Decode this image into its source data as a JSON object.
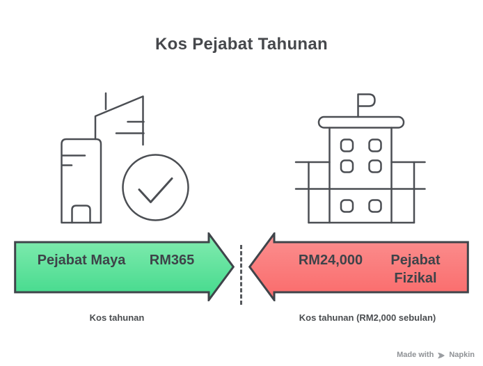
{
  "title": "Kos Pejabat Tahunan",
  "left": {
    "label": "Pejabat Maya",
    "value": "RM365",
    "caption": "Kos tahunan"
  },
  "right": {
    "value": "RM24,000",
    "label": "Pejabat Fizikal",
    "caption": "Kos tahunan (RM2,000 sebulan)"
  },
  "footer": {
    "made_with": "Made with",
    "brand": "Napkin"
  },
  "icons": {
    "left": "city-buildings-with-checkmark",
    "right": "office-building-with-flag",
    "footer": "pen-nib"
  },
  "colors": {
    "green_top": "#85ECB1",
    "green_bottom": "#41D98B",
    "red_top": "#FB9090",
    "red_bottom": "#FA6A6A",
    "outline": "#3F444A",
    "icon_stroke": "#4B4E53",
    "text": "#3E4349",
    "footer_gray": "#9A9DA1"
  }
}
